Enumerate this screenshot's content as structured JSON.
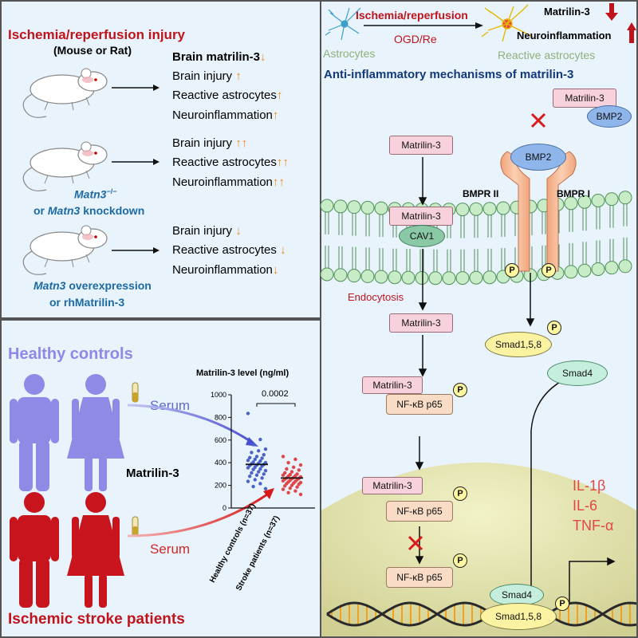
{
  "top_left": {
    "title": "Ischemia/reperfusion injury",
    "species": "(Mouse or Rat)",
    "row1": {
      "items": [
        "Brain matrilin-3",
        "Brain injury",
        "Reactive astrocytes",
        "Neuroinflammation"
      ],
      "arrows": [
        "↓",
        "↑",
        "↑",
        "↑"
      ]
    },
    "row2": {
      "items": [
        "Brain injury",
        "Reactive astrocytes",
        "Neuroinflammation"
      ],
      "arrows": [
        "↑↑",
        "↑↑",
        "↑↑"
      ],
      "label_gene": "Matn3",
      "label_sup": "−/−",
      "label_line2_prefix": "or ",
      "label_line2_gene": "Matn3",
      "label_line2_suffix": " knockdown"
    },
    "row3": {
      "items": [
        "Brain injury",
        "Reactive astrocytes",
        "Neuroinflammation"
      ],
      "arrows": [
        "↓",
        "↓",
        "↓"
      ],
      "label_gene": "Matn3",
      "label_suffix": " overexpression",
      "label_line2": "or rhMatrilin-3"
    }
  },
  "bottom_left": {
    "healthy_label": "Healthy  controls",
    "stroke_label": "Ischemic stroke patients",
    "center_label": "Matrilin-3",
    "serum_top": "Serum",
    "serum_bottom": "Serum"
  },
  "chart_data": {
    "type": "scatter",
    "title": "Matrilin-3 level (ng/ml)",
    "ylim": [
      0,
      1000
    ],
    "yticks": [
      "0",
      "200",
      "400",
      "600",
      "800",
      "1000"
    ],
    "categories": [
      "Healthy controls (n=37)",
      "Stroke patients (n=37)"
    ],
    "p_value": "0.0002",
    "series": [
      {
        "name": "Healthy controls (n=37)",
        "color": "#4a63c9",
        "median": 385,
        "values": [
          835,
          605,
          560,
          520,
          505,
          490,
          470,
          455,
          445,
          440,
          430,
          420,
          415,
          405,
          400,
          395,
          390,
          385,
          380,
          375,
          370,
          360,
          355,
          345,
          340,
          330,
          320,
          310,
          300,
          290,
          280,
          265,
          250,
          235,
          215,
          190,
          170
        ]
      },
      {
        "name": "Stroke patients (n=37)",
        "color": "#e0454a",
        "median": 265,
        "values": [
          455,
          430,
          400,
          380,
          360,
          345,
          335,
          320,
          310,
          300,
          295,
          290,
          285,
          280,
          275,
          270,
          265,
          262,
          260,
          255,
          250,
          245,
          240,
          235,
          230,
          225,
          220,
          215,
          210,
          200,
          195,
          185,
          175,
          165,
          150,
          135,
          120
        ]
      }
    ]
  },
  "right": {
    "header_left": "Ischemia/reperfusion",
    "header_sub": "OGD/Re",
    "astro_label": "Astrocytes",
    "reactive_label": "Reactive astrocytes",
    "matrilin_status": "Matrilin-3",
    "neuro_status": "Neuroinflammation",
    "title": "Anti-inflammatory mechanisms of matrilin-3",
    "matrilin_box": "Matrilin-3",
    "bmp2": "BMP2",
    "cav1": "CAV1",
    "bmpr2": "BMPR II",
    "bmpr1": "BMPR I",
    "endocytosis": "Endocytosis",
    "nfkb": "NF-κB p65",
    "smad158": "Smad1,5,8",
    "smad4": "Smad4",
    "p": "P",
    "cytokines": [
      "IL-1β",
      "IL-6",
      "TNF-α"
    ],
    "x_mark": "✕"
  }
}
